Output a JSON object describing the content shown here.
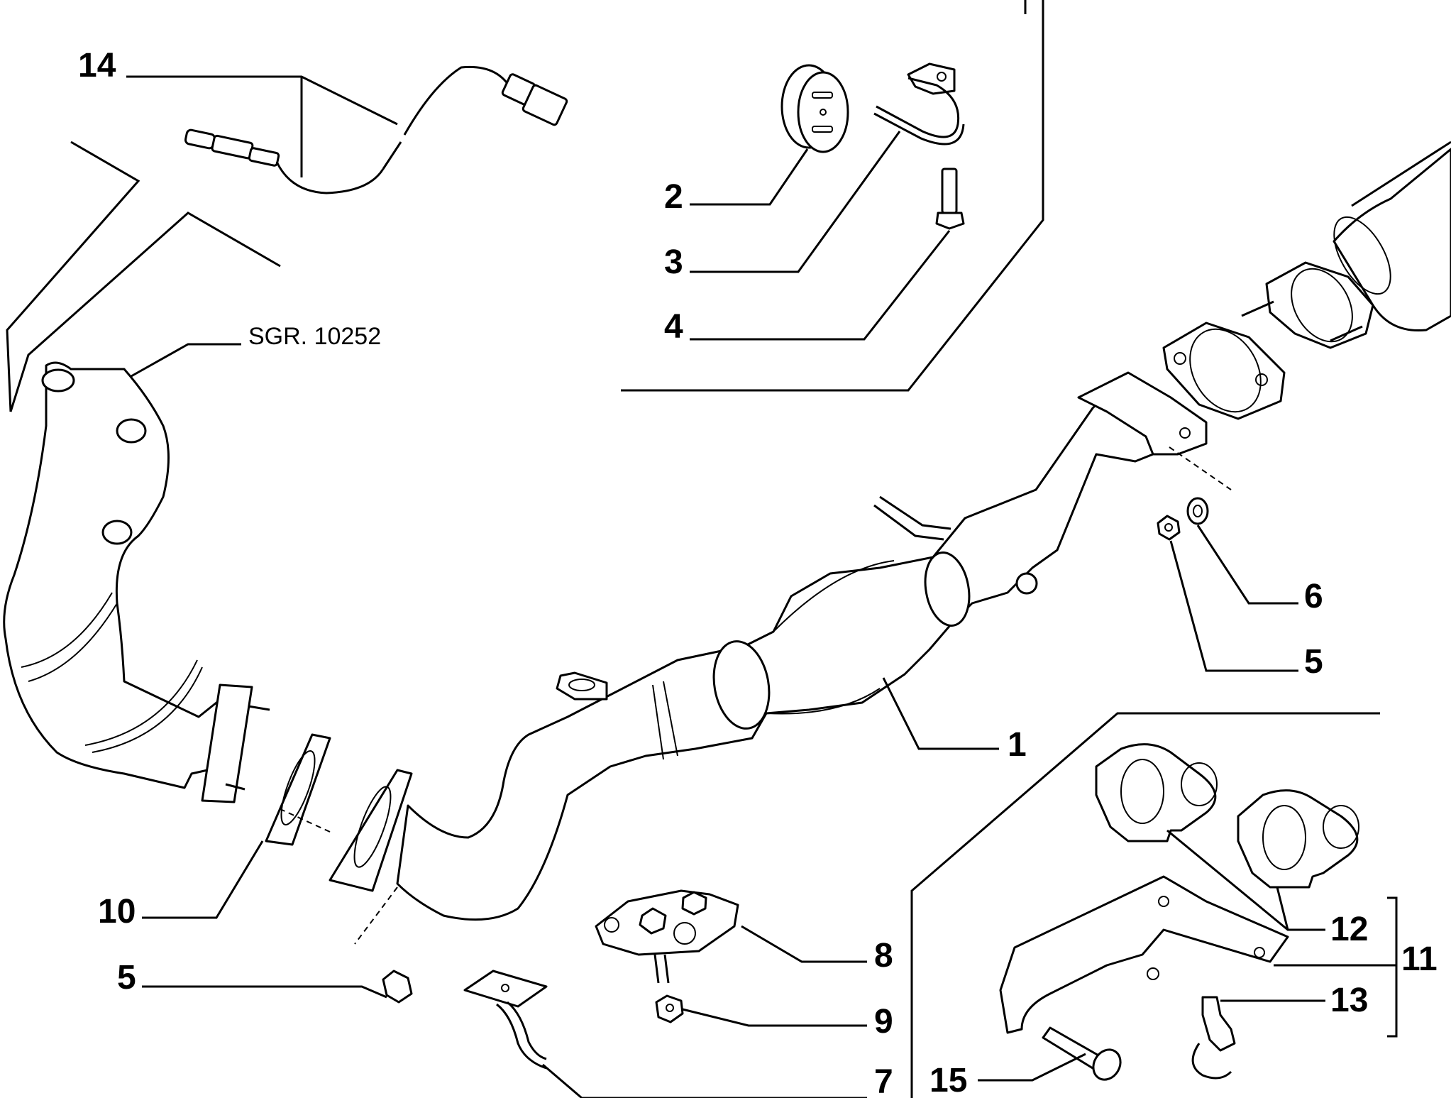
{
  "diagram": {
    "reference": "SGR. 10252",
    "callouts": {
      "c1": "1",
      "c2": "2",
      "c3": "3",
      "c4": "4",
      "c5a": "5",
      "c5b": "5",
      "c6": "6",
      "c7": "7",
      "c8": "8",
      "c9": "9",
      "c10": "10",
      "c11": "11",
      "c12": "12",
      "c13": "13",
      "c14": "14",
      "c15": "15"
    }
  }
}
